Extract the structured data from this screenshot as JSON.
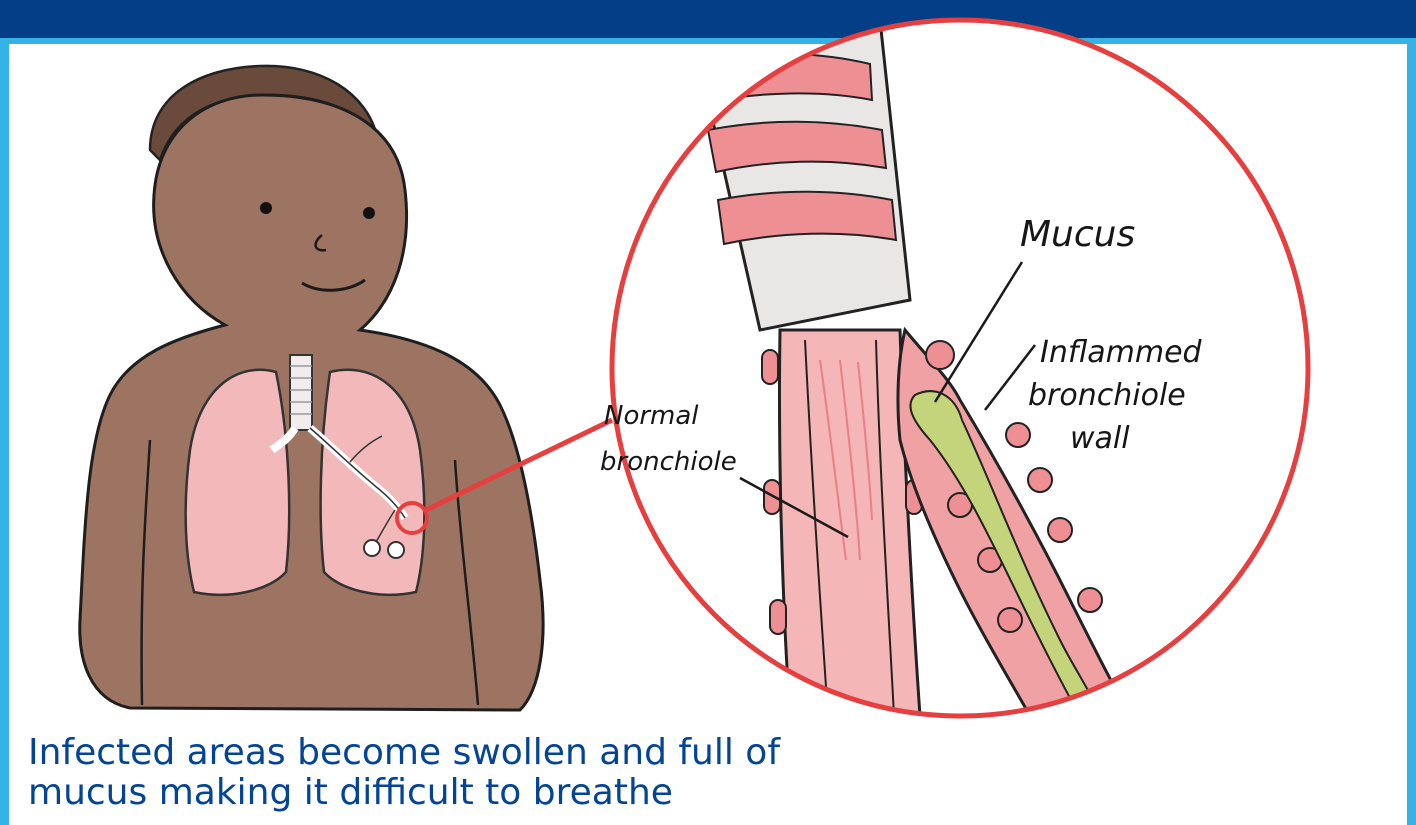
{
  "labels": {
    "mucus": "Mucus",
    "inflamed_line1": "Inflammed",
    "inflamed_line2": "bronchiole",
    "inflamed_line3": "wall",
    "normal_line1": "Normal",
    "normal_line2": "bronchiole"
  },
  "caption": {
    "line1": "Infected areas become swollen and full of",
    "line2": "mucus making it difficult to breathe"
  },
  "colors": {
    "header_bar": "#033e86",
    "frame": "#36b3e6",
    "caption_text": "#034494",
    "magnifier_red": "#e5403f",
    "skin": "#9c7461",
    "lung": "#f3b9ba",
    "mucus": "#c3d47b"
  }
}
